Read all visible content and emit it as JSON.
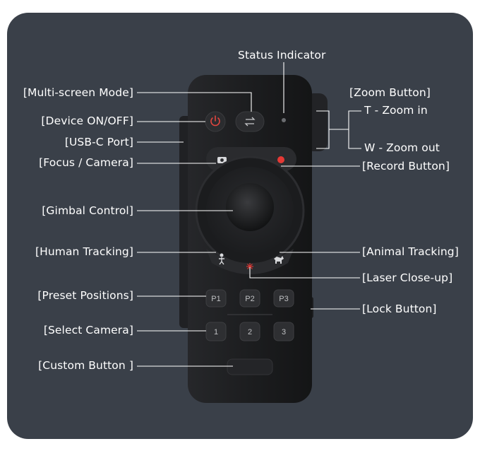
{
  "labels": {
    "status_indicator": "Status Indicator",
    "multi_screen": "[Multi-screen Mode]",
    "device_onoff": "[Device ON/OFF]",
    "usbc": "[USB-C Port]",
    "focus_camera": "[Focus / Camera]",
    "gimbal": "[Gimbal Control]",
    "human_tracking": "[Human Tracking]",
    "preset_positions": "[Preset Positions]",
    "select_camera": "[Select Camera]",
    "custom_button": "[Custom Button ]",
    "zoom_button": "[Zoom Button]",
    "zoom_in": "T - Zoom in",
    "zoom_out": "W - Zoom out",
    "record_button": "[Record Button]",
    "animal_tracking": "[Animal Tracking]",
    "laser_closeup": "[Laser Close-up]",
    "lock_button": "[Lock Button]"
  },
  "remote": {
    "preset_buttons": [
      "P1",
      "P2",
      "P3"
    ],
    "camera_buttons": [
      "1",
      "2",
      "3"
    ]
  },
  "colors": {
    "background": "#3a4049",
    "remote_body": "#1e1f21",
    "power_red": "#e2463f",
    "record_red": "#e53935",
    "leader_line": "#ffffff"
  }
}
